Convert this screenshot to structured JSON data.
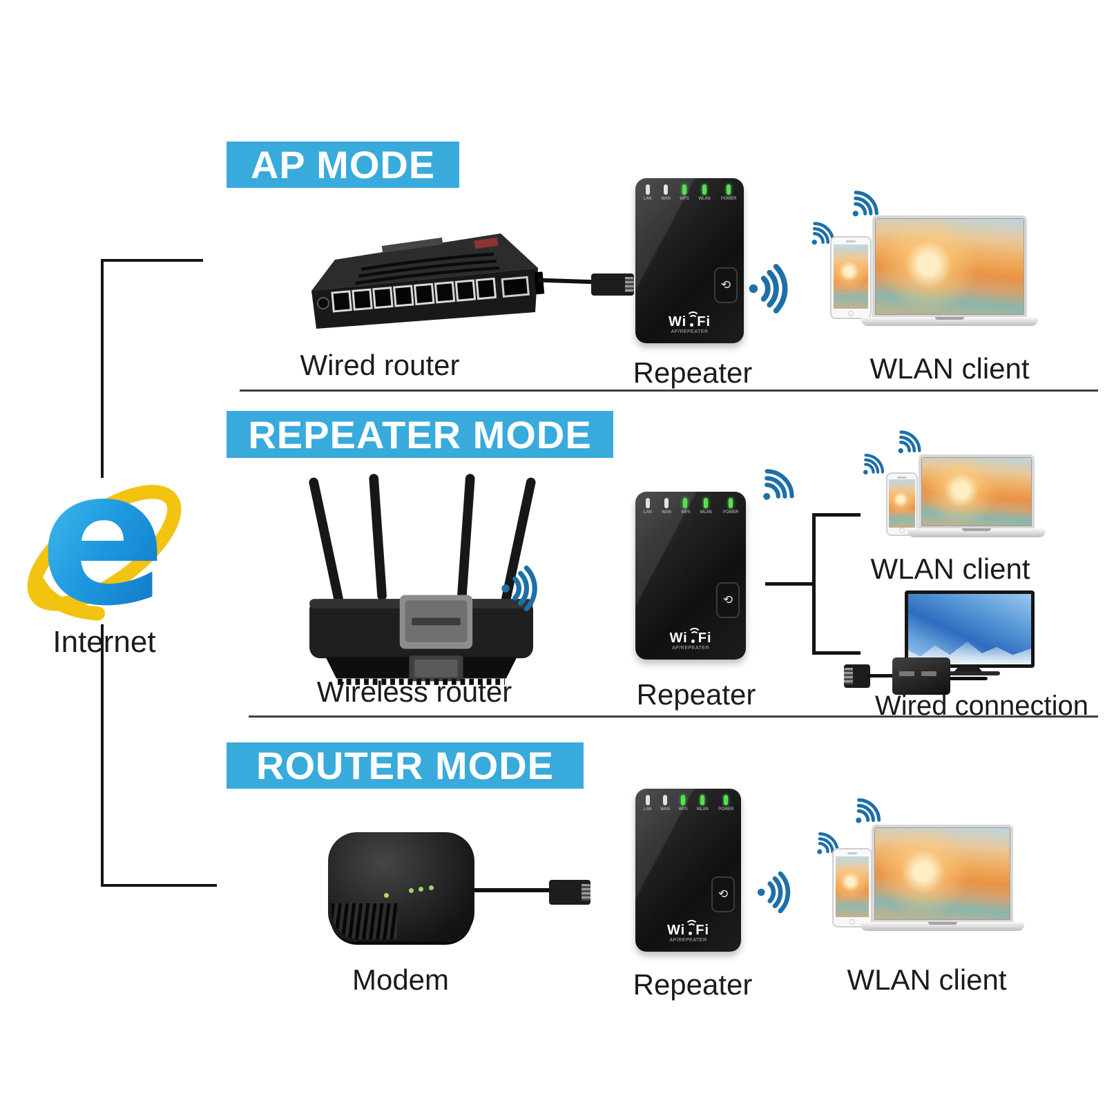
{
  "title": "WiFi repeater three-mode connection diagram",
  "colors": {
    "background": "#ffffff",
    "banner_blue": "#38AADC",
    "wifi_blue": "#1D6FA8",
    "label_color": "#1b1b1b",
    "line_color": "#141414",
    "led_green": "#57E14F",
    "led_off": "#E3E3E3",
    "ie_blue": "#1E9ADF",
    "ie_yellow": "#F3C312"
  },
  "internet": {
    "label": "Internet",
    "icon": "internet-explorer-logo"
  },
  "repeater": {
    "leds": [
      {
        "label": "LAN",
        "on": false
      },
      {
        "label": "WAN",
        "on": false
      },
      {
        "label": "WPS",
        "on": true
      },
      {
        "label": "WLAN",
        "on": true
      },
      {
        "label": "POWER",
        "on": true
      }
    ],
    "logo_left": "Wi",
    "logo_right": "Fi",
    "logo_sub": "AP/REPEATER",
    "wps_glyph": "⟲"
  },
  "sections": [
    {
      "banner": "AP MODE",
      "source_label": "Wired router",
      "repeater_label": "Repeater",
      "client_label": "WLAN client"
    },
    {
      "banner": "REPEATER MODE",
      "source_label": "Wireless router",
      "repeater_label": "Repeater",
      "client_label": "WLAN client",
      "wired_label": "Wired connection"
    },
    {
      "banner": "ROUTER MODE",
      "source_label": "Modem",
      "repeater_label": "Repeater",
      "client_label": "WLAN client"
    }
  ]
}
